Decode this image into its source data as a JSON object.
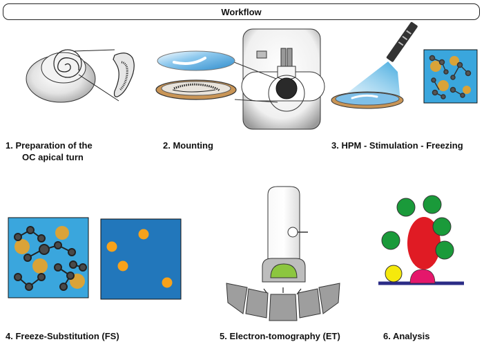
{
  "header": {
    "title": "Workflow"
  },
  "steps": [
    {
      "label": "1. Preparation of the",
      "label2": "OC apical turn"
    },
    {
      "label": "2. Mounting"
    },
    {
      "label": "3. HPM - Stimulation - Freezing"
    },
    {
      "label": "4. Freeze-Substitution (FS)"
    },
    {
      "label": "5. Electron-tomography (ET)"
    },
    {
      "label": "6. Analysis"
    }
  ],
  "colors": {
    "sample_blue": "#3aa6dd",
    "substituted_blue": "#2277bb",
    "vesicle_orange": "#f7a21b",
    "molecule_grey": "#555555",
    "ribbon_red": "#e01b24",
    "vesicle_green": "#1a9a3a",
    "vesicle_yellow": "#f5e90c",
    "density_pink": "#e5176b",
    "membrane_navy": "#2b2c86",
    "grid_copper": "#d7a96a",
    "detector_green": "#8cc63f"
  }
}
